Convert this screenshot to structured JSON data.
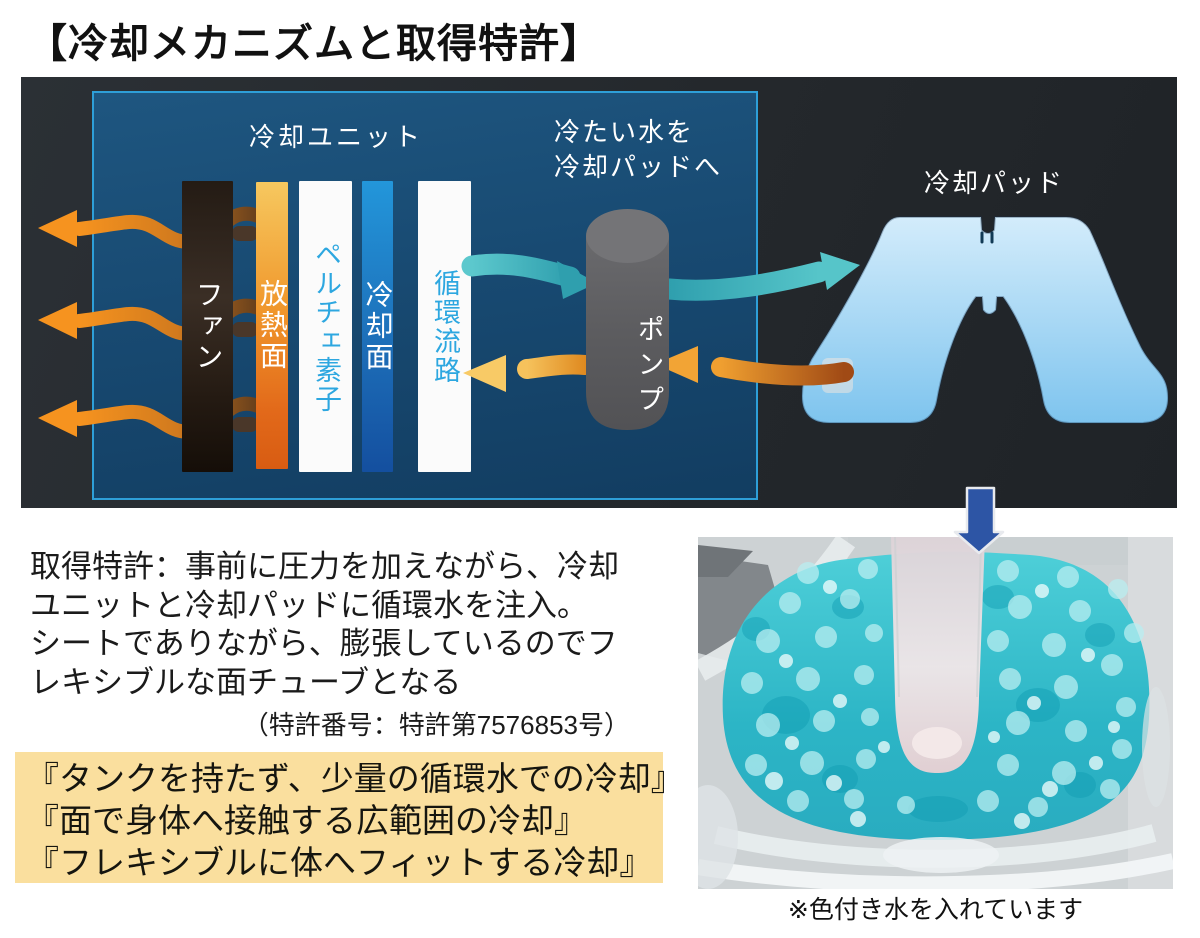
{
  "title": "【冷却メカニズムと取得特許】",
  "diagram": {
    "unit_label": "冷却ユニット",
    "cold_water_label": {
      "line1": "冷たい水を",
      "line2": "冷却パッドへ"
    },
    "pad_label": "冷却パッド",
    "pump_label": "ポンプ",
    "bars": [
      {
        "name": "fan",
        "label": "ファン"
      },
      {
        "name": "heat-dissipation-face",
        "label": "放熱面"
      },
      {
        "name": "peltier-element",
        "label": "ペルチェ素子"
      },
      {
        "name": "cooling-face",
        "label": "冷却面"
      },
      {
        "name": "circulation-channel",
        "label": "循環流路"
      }
    ]
  },
  "patent": {
    "lines": [
      "取得特許：事前に圧力を加えながら、冷却",
      "ユニットと冷却パッドに循環水を注入。",
      "シートでありながら、膨張しているのでフ",
      "レキシブルな面チューブとなる"
    ],
    "number": "（特許番号：特許第7576853号）"
  },
  "highlights": {
    "line1": "『タンクを持たず、少量の循環水での冷却』",
    "line2": "『面で身体へ接触する広範囲の冷却』",
    "line3": "『フレキシブルに体へフィットする冷却』"
  },
  "photo": {
    "caption": "※色付き水を入れています"
  },
  "colors": {
    "accent_blue_border": "#2e9fd8",
    "unit_background": "#17456c",
    "diagram_background": "#24282b",
    "highlight_background": "#fadf9e",
    "heat_arrow_orange": "#f6931f",
    "water_arrow_teal": "#41b2bc",
    "return_arrow_orange": "#e08a1f",
    "down_arrow_blue": "#2d55a5",
    "pad_light_blue": "#a6d8f4",
    "pump_gray": "#5c5c5f",
    "photo_water_cyan": "#3cc3cf"
  }
}
